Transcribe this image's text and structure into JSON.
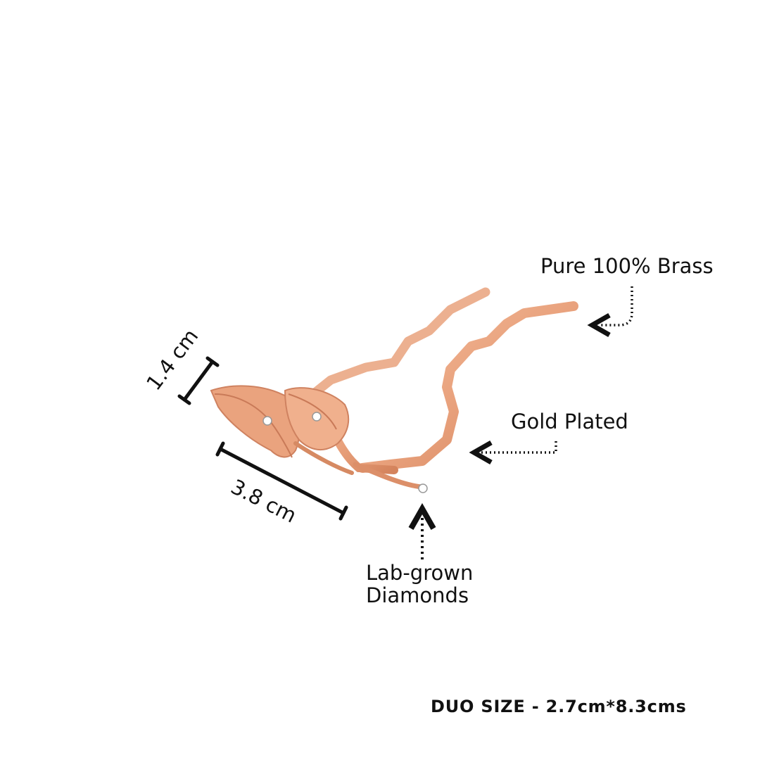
{
  "features": {
    "material": "Pure 100% Brass",
    "plating": "Gold Plated",
    "stones_line1": "Lab-grown",
    "stones_line2": "Diamonds"
  },
  "dimensions": {
    "height": "1.4 cm",
    "length": "3.8 cm"
  },
  "footer": {
    "size_text": "DUO SIZE - 2.7cm*8.3cms"
  },
  "colors": {
    "metal": "#e9a27d",
    "metal_shade": "#d68a63",
    "text": "#111111"
  }
}
